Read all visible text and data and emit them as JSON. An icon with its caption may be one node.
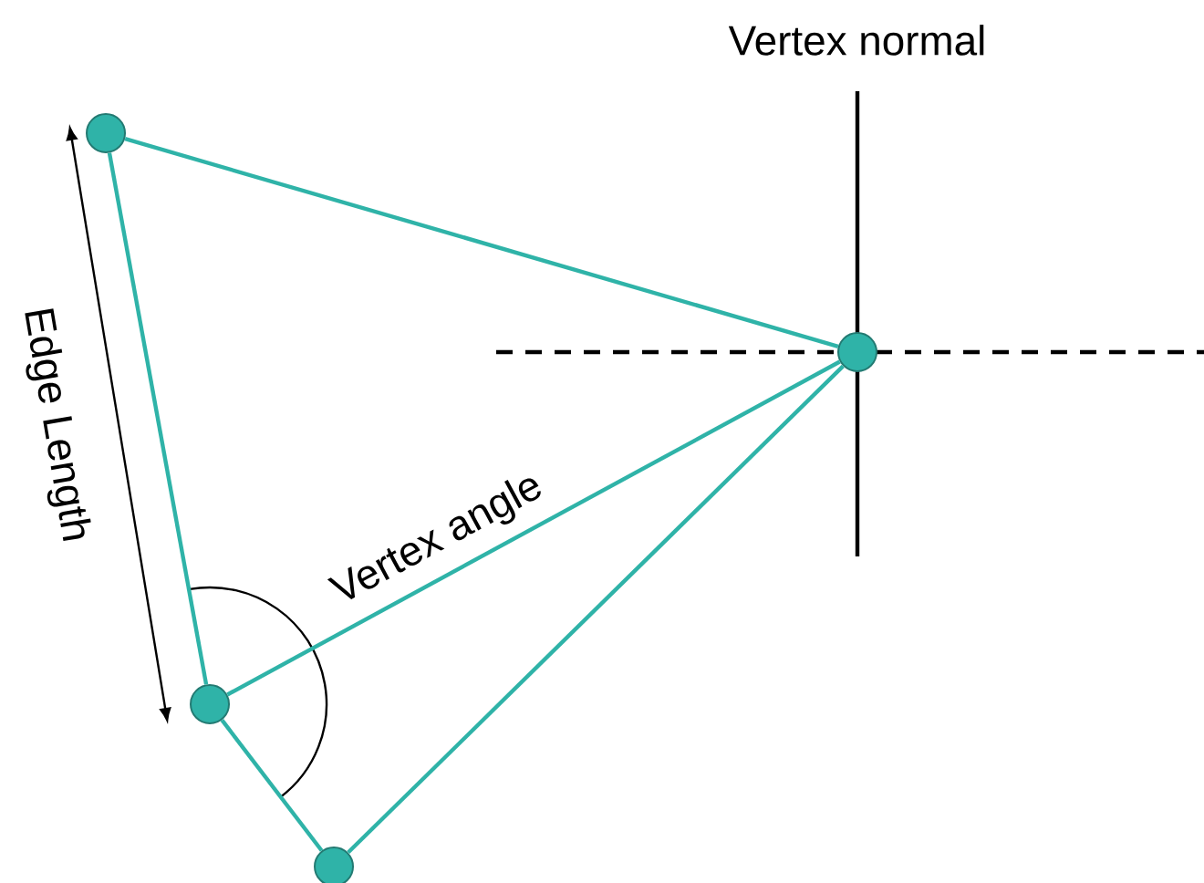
{
  "diagram": {
    "nodes": [
      {
        "text": [],
        "shape": "circle"
      },
      {
        "text": [],
        "shape": "circle"
      },
      {
        "text": [],
        "shape": "circle"
      },
      {
        "text": [],
        "shape": "circle"
      }
    ],
    "edges": [
      {
        "from": 0,
        "to": 1,
        "arrow": "none"
      },
      {
        "from": 0,
        "to": 2,
        "arrow": "none"
      },
      {
        "from": 2,
        "to": 1,
        "arrow": "none"
      },
      {
        "from": 2,
        "to": 3,
        "arrow": "none"
      },
      {
        "from": 3,
        "to": 1,
        "arrow": "none"
      }
    ],
    "labels": [
      "Vertex normal",
      "Edge Length",
      "Vertex angle"
    ]
  }
}
